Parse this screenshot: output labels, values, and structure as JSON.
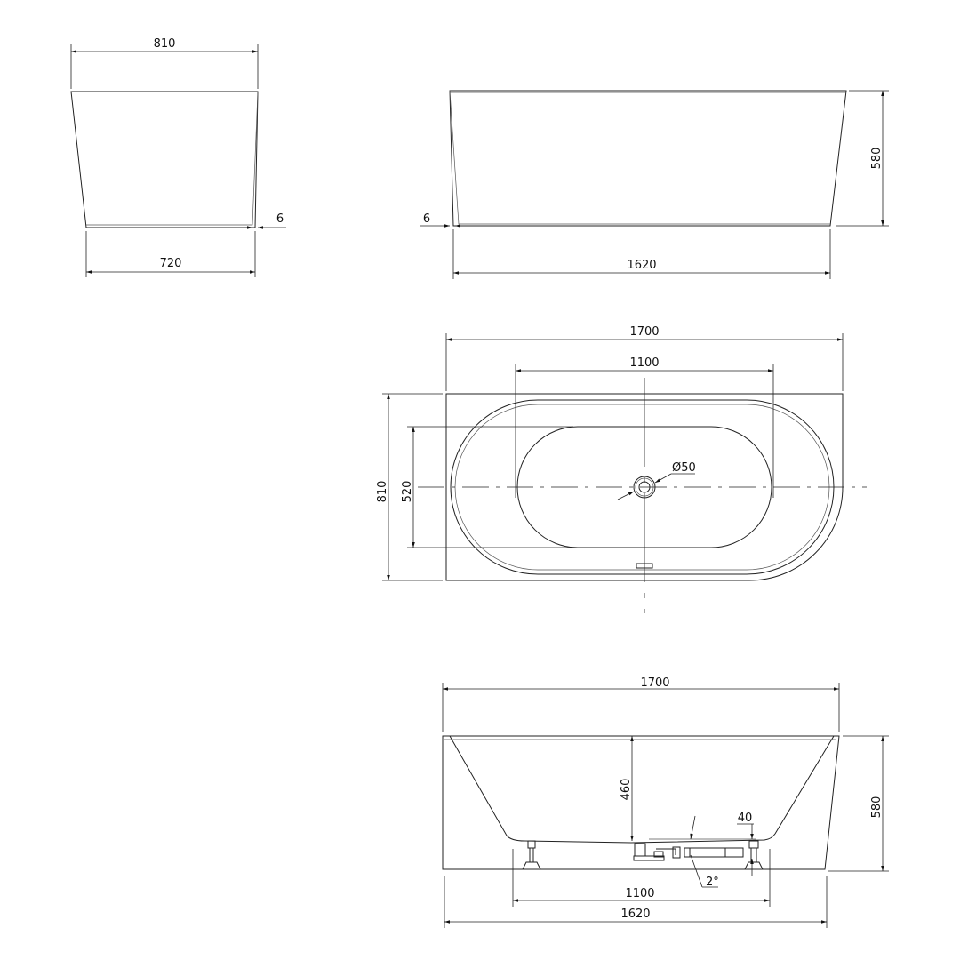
{
  "title": "Bathtub technical drawing",
  "colors": {
    "line": "#222222",
    "background": "#ffffff"
  },
  "side_view": {
    "top_width": "810",
    "bottom_width": "720",
    "wall": "6"
  },
  "front_view": {
    "height": "580",
    "bottom_length": "1620",
    "wall": "6"
  },
  "top_view": {
    "length": "1700",
    "inner_length": "1100",
    "width": "810",
    "inner_width": "520",
    "drain_diameter": "Ø50"
  },
  "section_view": {
    "length": "1700",
    "height": "580",
    "depth": "460",
    "leg_spacing": "1100",
    "bottom_length": "1620",
    "leg_dim": "40",
    "slope": "2°"
  }
}
